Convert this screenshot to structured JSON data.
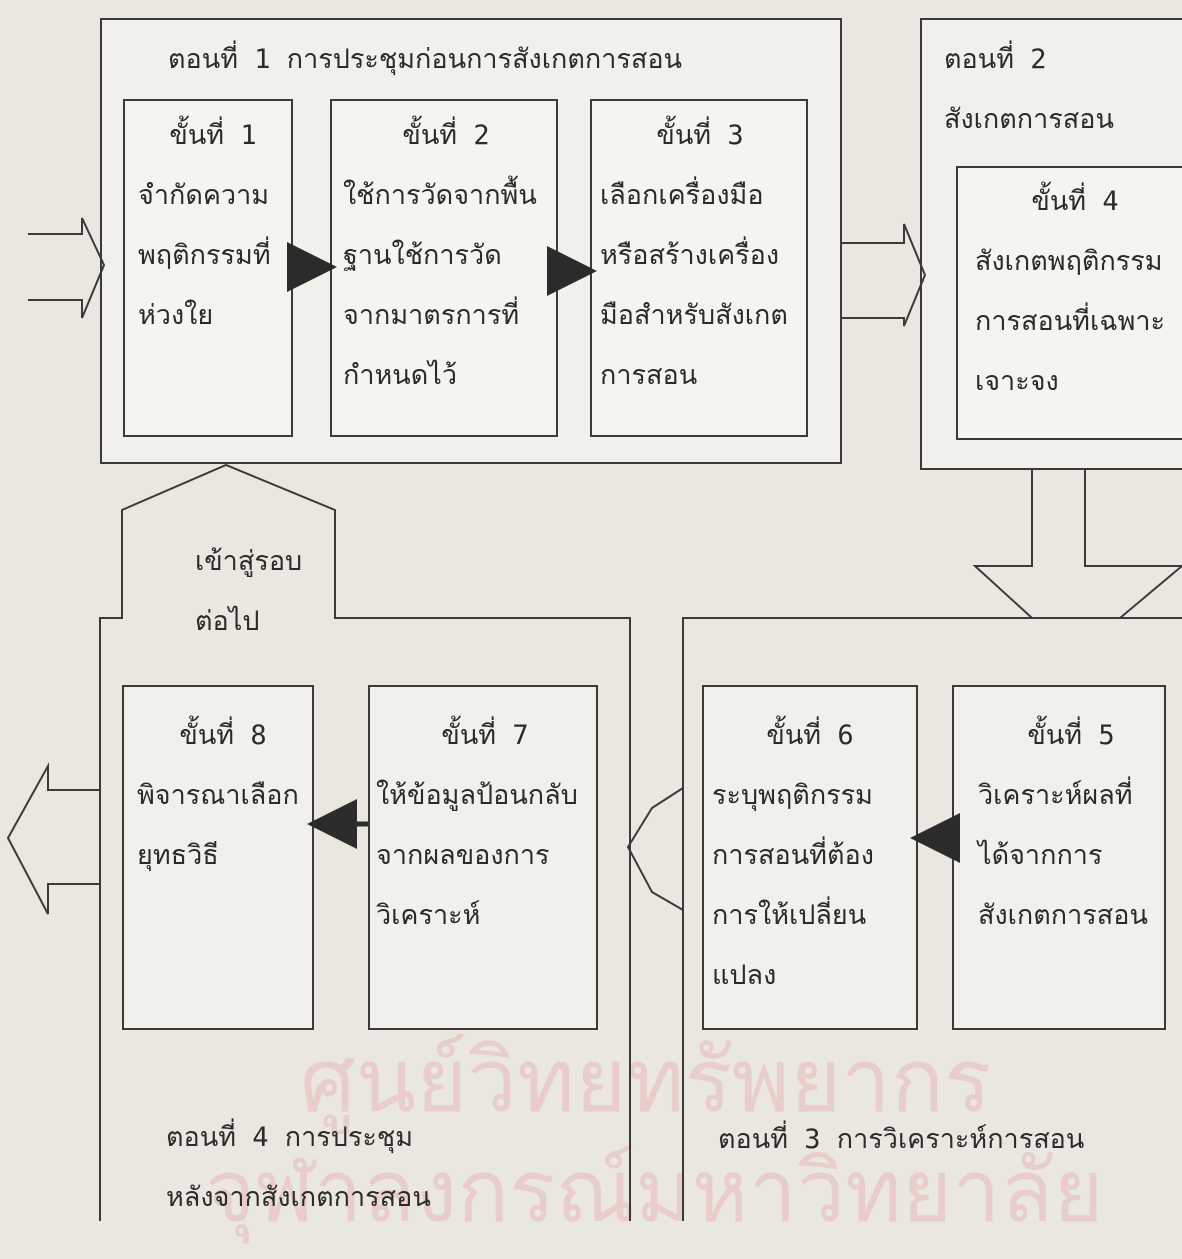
{
  "stages": {
    "stage1": {
      "label": "ตอนที่ 1 การประชุมก่อนการสังเกตการสอน"
    },
    "stage2": {
      "line1": "ตอนที่ 2",
      "line2": "สังเกตการสอน"
    },
    "stage3": {
      "label": "ตอนที่ 3 การวิเคราะห์การสอน"
    },
    "stage4": {
      "line1": "ตอนที่ 4 การประชุม",
      "line2": "หลังจากสังเกตการสอน"
    }
  },
  "steps": {
    "s1": {
      "title": "ขั้นที่ 1",
      "lines": [
        "จำกัดความ",
        "พฤติกรรมที่",
        "ห่วงใย"
      ]
    },
    "s2": {
      "title": "ขั้นที่ 2",
      "lines": [
        "ใช้การวัดจากพื้น",
        "ฐานใช้การวัด",
        "จากมาตรการที่",
        "กำหนดไว้"
      ]
    },
    "s3": {
      "title": "ขั้นที่ 3",
      "lines": [
        "เลือกเครื่องมือ",
        "หรือสร้างเครื่อง",
        "มือสำหรับสังเกต",
        "การสอน"
      ]
    },
    "s4": {
      "title": "ขั้นที่ 4",
      "lines": [
        "สังเกตพฤติกรรม",
        "การสอนที่เฉพาะ",
        "เจาะจง"
      ]
    },
    "s5": {
      "title": "ขั้นที่ 5",
      "lines": [
        "วิเคราะห์ผลที่",
        "ได้จากการ",
        "สังเกตการสอน"
      ]
    },
    "s6": {
      "title": "ขั้นที่ 6",
      "lines": [
        "ระบุพฤติกรรม",
        "การสอนที่ต้อง",
        "การให้เปลี่ยน",
        "แปลง"
      ]
    },
    "s7": {
      "title": "ขั้นที่ 7",
      "lines": [
        "ให้ข้อมูลป้อนกลับ",
        "จากผลของการ",
        "วิเคราะห์"
      ]
    },
    "s8": {
      "title": "ขั้นที่ 8",
      "lines": [
        "พิจารณาเลือก",
        "ยุทธวิธี"
      ]
    }
  },
  "cycle_arrow": {
    "line1": "เข้าสู่รอบ",
    "line2": "ต่อไป"
  },
  "watermark": {
    "line1": "ศูนย์วิทยทรัพยากร",
    "line2": "จุฬาลงกรณ์มหาวิทยาลัย"
  },
  "colors": {
    "ink": "#2b2b2b",
    "watermark": "#e8b9b9",
    "paper": "#e9e7e0"
  }
}
